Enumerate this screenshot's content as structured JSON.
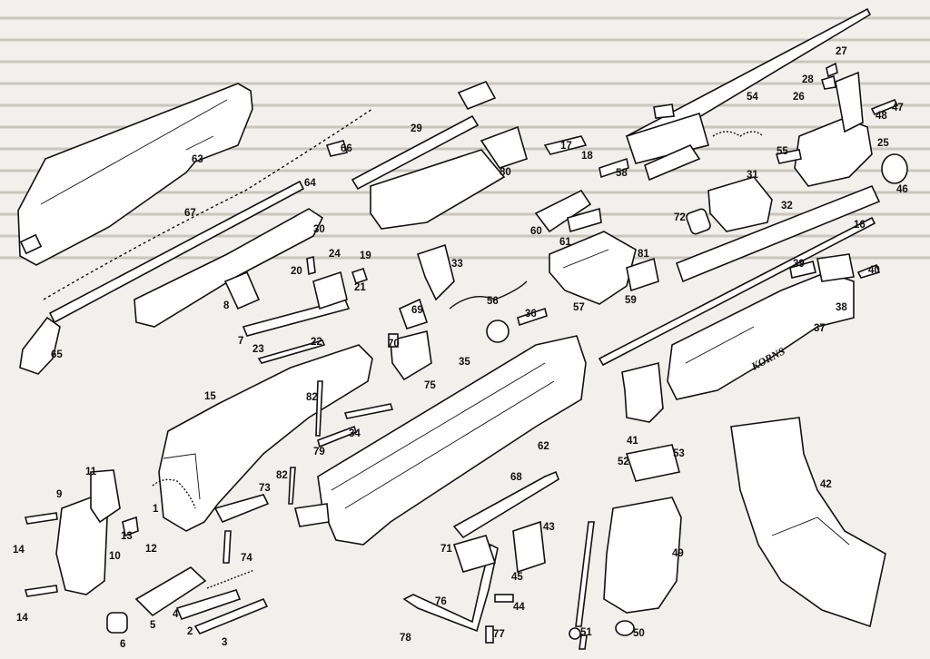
{
  "labels": {
    "l1": "1",
    "l2": "2",
    "l3": "3",
    "l4": "4",
    "l5": "5",
    "l6": "6",
    "l7": "7",
    "l8": "8",
    "l9": "9",
    "l10": "10",
    "l11": "11",
    "l12": "12",
    "l13": "13",
    "l14a": "14",
    "l14b": "14",
    "l15": "15",
    "l16": "16",
    "l17": "17",
    "l18": "18",
    "l19": "19",
    "l20": "20",
    "l21": "21",
    "l22": "22",
    "l23": "23",
    "l24": "24",
    "l25": "25",
    "l26": "26",
    "l27": "27",
    "l28": "28",
    "l29": "29",
    "l30": "30",
    "l31": "31",
    "l32": "32",
    "l33": "33",
    "l34": "34",
    "l35": "35",
    "l36": "36",
    "l37": "37",
    "l38": "38",
    "l39": "39",
    "l40": "40",
    "l41": "41",
    "l42": "42",
    "l43": "43",
    "l44": "44",
    "l45": "45",
    "l46": "46",
    "l47": "47",
    "l48": "48",
    "l49": "49",
    "l50": "50",
    "l51": "51",
    "l52": "52",
    "l53": "53",
    "l54": "54",
    "l55": "55",
    "l56": "56",
    "l57": "57",
    "l58": "58",
    "l59": "59",
    "l60": "60",
    "l61": "61",
    "l62": "62",
    "l63": "63",
    "l64": "64",
    "l65": "65",
    "l66": "66",
    "l67": "67",
    "l68": "68",
    "l69": "69",
    "l70": "70",
    "l71": "71",
    "l72": "72",
    "l73": "73",
    "l74": "74",
    "l75": "75",
    "l76": "76",
    "l77": "77",
    "l78": "78",
    "l79": "79",
    "l80": "80",
    "l81": "81",
    "l82a": "82",
    "l82b": "82"
  },
  "handguard_logo": "KORNS",
  "colors": {
    "ink": "#111111",
    "paper": "#f2f0ec",
    "part_fill": "#ffffff"
  }
}
